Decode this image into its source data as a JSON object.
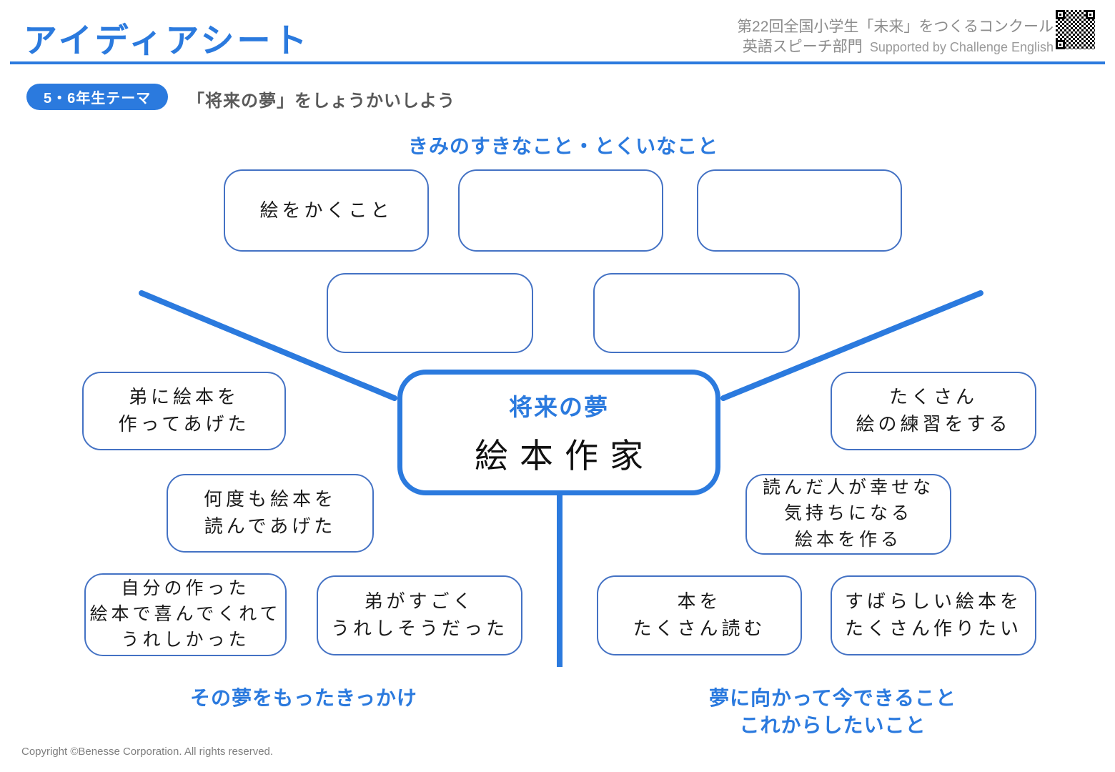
{
  "header": {
    "title": "アイディアシート",
    "contest_line1": "第22回全国小学生「未来」をつくるコンクール",
    "contest_line2": "英語スピーチ部門",
    "supported_by": "Supported by Challenge English"
  },
  "theme": {
    "badge": "5・6年生テーマ",
    "text": "「将来の夢」をしょうかいしよう"
  },
  "section_labels": {
    "likes": "きみのすきなこと・とくいなこと",
    "reason": "その夢をもったきっかけ",
    "actions_line1": "夢に向かって今できること",
    "actions_line2": "これからしたいこと"
  },
  "center": {
    "label": "将来の夢",
    "value": "絵本作家"
  },
  "boxes": {
    "likes": [
      {
        "lines": [
          "絵をかくこと"
        ]
      },
      {
        "lines": []
      },
      {
        "lines": []
      },
      {
        "lines": []
      },
      {
        "lines": []
      }
    ],
    "reasons": [
      {
        "lines": [
          "弟に絵本を",
          "作ってあげた"
        ]
      },
      {
        "lines": [
          "何度も絵本を",
          "読んであげた"
        ]
      },
      {
        "lines": [
          "自分の作った",
          "絵本で喜んでくれて",
          "うれしかった"
        ]
      },
      {
        "lines": [
          "弟がすごく",
          "うれしそうだった"
        ]
      }
    ],
    "actions": [
      {
        "lines": [
          "たくさん",
          "絵の練習をする"
        ]
      },
      {
        "lines": [
          "読んだ人が幸せな",
          "気持ちになる",
          "絵本を作る"
        ]
      },
      {
        "lines": [
          "本を",
          "たくさん読む"
        ]
      },
      {
        "lines": [
          "すばらしい絵本を",
          "たくさん作りたい"
        ]
      }
    ]
  },
  "footer": "Copyright ©Benesse Corporation. All rights reserved.",
  "colors": {
    "accent_blue": "#2B7ADE",
    "box_border_blue": "#4472C4",
    "header_gray": "#8C8C8C",
    "theme_gray": "#595959",
    "ink": "#1A1A1A"
  }
}
